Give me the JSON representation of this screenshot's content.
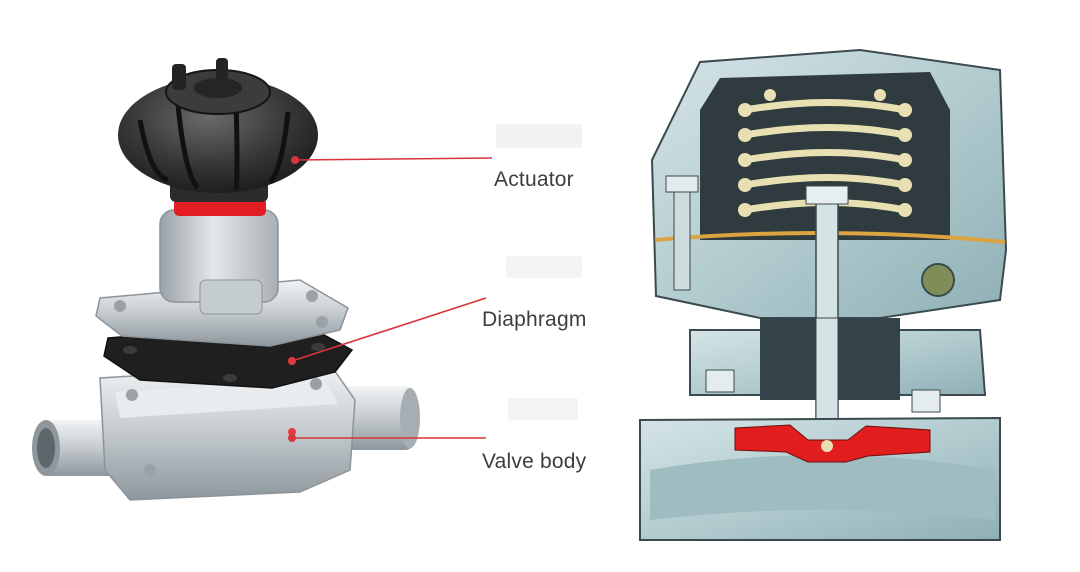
{
  "labels": {
    "actuator": "Actuator",
    "diaphragm": "Diaphragm",
    "valve_body": "Valve body"
  },
  "colors": {
    "leader_line": "#d8343a",
    "diaphragm_red": "#e11d1d",
    "handwheel": "#2c2c2c",
    "gasket_black": "#1d1d1d",
    "steel_light": "#d7dcdf",
    "steel_mid": "#b3babf",
    "cutaway_body": "#b9d2d6",
    "cutaway_dark": "#3a4a4e",
    "spring": "#e8dfb2",
    "label_text": "#3d3d3d"
  }
}
